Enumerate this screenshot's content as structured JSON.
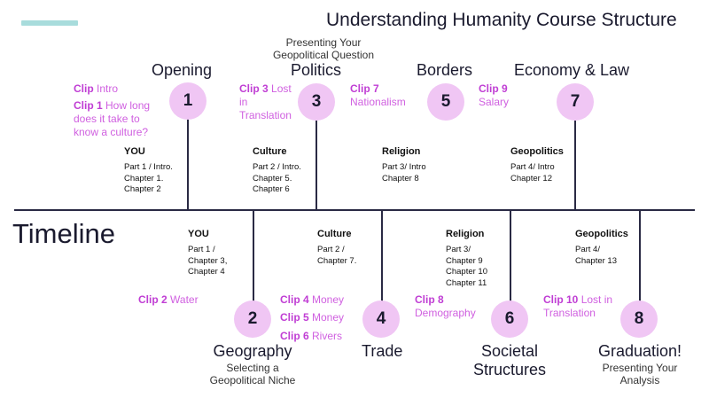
{
  "title": "Understanding Humanity Course Structure",
  "timeline_label": "Timeline",
  "top": [
    {
      "num": "1",
      "topic": "Opening",
      "sub": "",
      "part_title": "YOU",
      "part_text": [
        "Part 1 / Intro.",
        "Chapter 1.",
        "Chapter 2"
      ],
      "clips": [
        {
          "label": "Clip",
          "text": "Intro"
        },
        {
          "label": "Clip 1",
          "text": "How long does it take to know a culture?"
        }
      ]
    },
    {
      "num": "3",
      "topic": "Politics",
      "sub": "Presenting Your Geopolitical Question",
      "part_title": "Culture",
      "part_text": [
        "Part 2 / Intro.",
        "Chapter 5.",
        "Chapter 6"
      ],
      "clips": [
        {
          "label": "Clip 3",
          "text": "Lost in Translation"
        }
      ]
    },
    {
      "num": "5",
      "topic": "Borders",
      "sub": "",
      "part_title": "Religion",
      "part_text": [
        "Part 3/ Intro",
        "Chapter 8"
      ],
      "clips": [
        {
          "label": "Clip 7",
          "text": "Nationalism"
        },
        {
          "label": "Clip 9",
          "text": "Salary"
        }
      ]
    },
    {
      "num": "7",
      "topic": "Economy & Law",
      "sub": "",
      "part_title": "Geopolitics",
      "part_text": [
        "Part 4/ Intro",
        "Chapter 12"
      ],
      "clips": []
    }
  ],
  "bottom": [
    {
      "num": "2",
      "topic": "Geography",
      "sub": "Selecting a Geopolitical Niche",
      "part_title": "YOU",
      "part_text": [
        "Part 1 /",
        "Chapter 3,",
        "Chapter 4"
      ],
      "clips": [
        {
          "label": "Clip 2",
          "text": "Water"
        }
      ]
    },
    {
      "num": "4",
      "topic": "Trade",
      "sub": "",
      "part_title": "Culture",
      "part_text": [
        "Part 2 /",
        "Chapter 7."
      ],
      "clips": [
        {
          "label": "Clip 4",
          "text": "Money"
        },
        {
          "label": "Clip 5",
          "text": "Money"
        },
        {
          "label": "Clip 6",
          "text": "Rivers"
        }
      ]
    },
    {
      "num": "6",
      "topic": "Societal Structures",
      "sub": "",
      "part_title": "Religion",
      "part_text": [
        "Part 3/",
        "Chapter 9",
        "Chapter 10",
        "Chapter 11"
      ],
      "clips": [
        {
          "label": "Clip 8",
          "text": "Demography"
        }
      ]
    },
    {
      "num": "8",
      "topic": "Graduation!",
      "sub": "Presenting Your Analysis",
      "part_title": "Geopolitics",
      "part_text": [
        "Part 4/",
        "Chapter 13"
      ],
      "clips": [
        {
          "label": "Clip 10",
          "text": "Lost in Translation"
        }
      ]
    }
  ]
}
